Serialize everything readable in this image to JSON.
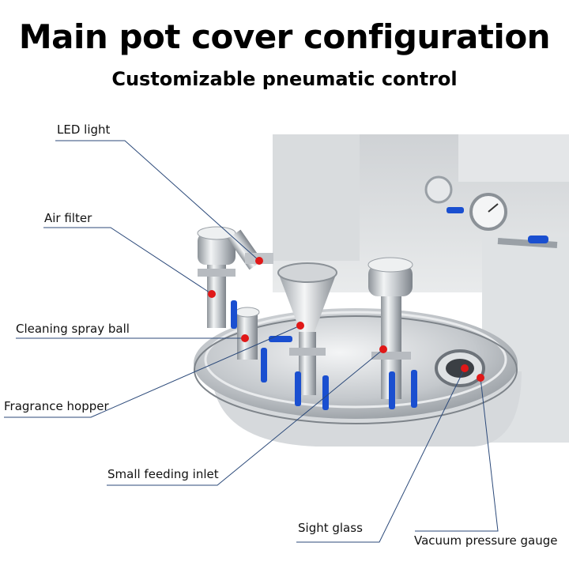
{
  "title": "Main pot cover configuration",
  "subtitle": "Customizable pneumatic control",
  "labels": {
    "led_light": "LED light",
    "air_filter": "Air filter",
    "cleaning_spray_ball": "Cleaning spray ball",
    "fragrance_hopper": "Fragrance hopper",
    "small_feeding_inlet": "Small feeding inlet",
    "sight_glass": "Sight glass",
    "vacuum_pressure_gauge": "Vacuum pressure gauge"
  },
  "colors": {
    "leader_line": "#2c4a7a",
    "marker_dot": "#e01818",
    "valve_handle": "#1a4fd0",
    "steel_light": "#e8eaec",
    "steel_dark": "#9aa0a6"
  }
}
